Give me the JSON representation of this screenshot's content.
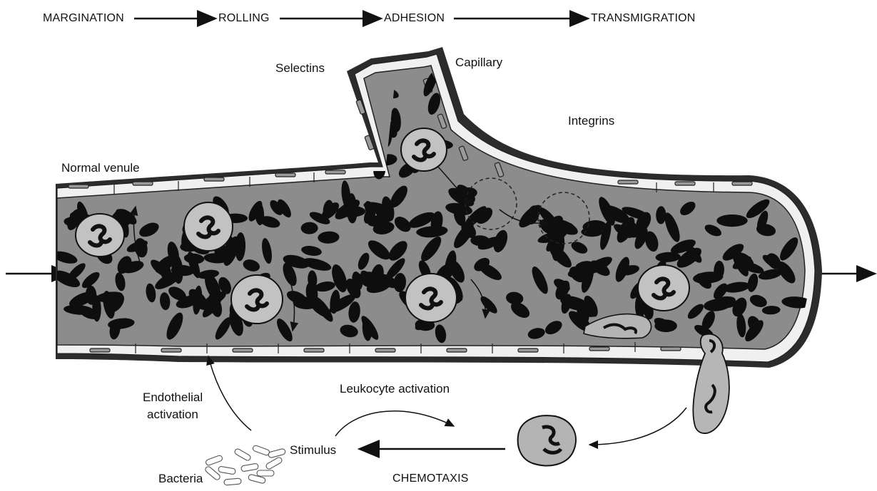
{
  "stages": [
    "MARGINATION",
    "ROLLING",
    "ADHESION",
    "TRANSMIGRATION"
  ],
  "labels": {
    "selectins": "Selectins",
    "capillary": "Capillary",
    "integrins": "Integrins",
    "normal_venule": "Normal venule",
    "endothelial_activation_1": "Endothelial",
    "endothelial_activation_2": "activation",
    "leukocyte_activation": "Leukocyte activation",
    "stimulus": "Stimulus",
    "bacteria": "Bacteria",
    "chemotaxis": "CHEMOTAXIS"
  },
  "colors": {
    "vessel_lumen": "#8a8a8a",
    "vessel_wall": "#3a3a3a",
    "leukocyte": "#c8c8c8",
    "red_cell": "#111111",
    "endothelium": "#f2f2f2"
  }
}
